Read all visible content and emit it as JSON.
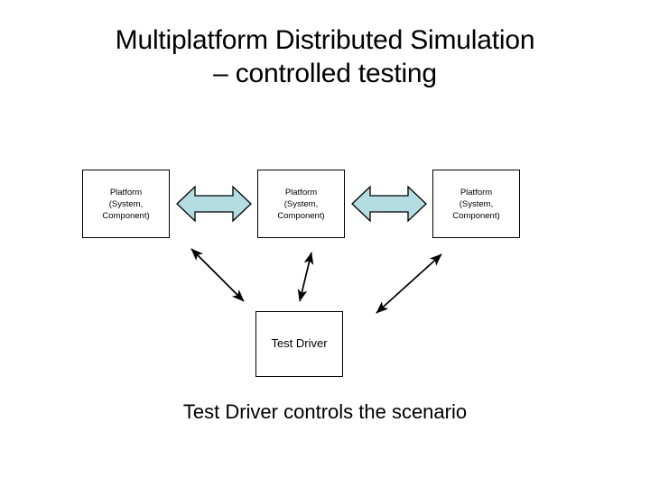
{
  "slide": {
    "title": "Multiplatform Distributed Simulation\n– controlled testing",
    "caption": "Test Driver controls the scenario",
    "background_color": "#ffffff",
    "text_color": "#000000"
  },
  "diagram": {
    "platform_boxes": [
      {
        "label": "Platform\n(System,\nComponent)"
      },
      {
        "label": "Platform\n(System,\nComponent)"
      },
      {
        "label": "Platform\n(System,\nComponent)"
      }
    ],
    "test_driver": {
      "label": "Test Driver"
    },
    "block_arrows": [
      {
        "name": "platform-1-to-platform-2",
        "direction": "bidirectional"
      },
      {
        "name": "platform-2-to-platform-3",
        "direction": "bidirectional"
      }
    ],
    "line_arrows": [
      {
        "name": "test-driver-to-platform-1",
        "direction": "bidirectional"
      },
      {
        "name": "test-driver-to-platform-2",
        "direction": "bidirectional"
      },
      {
        "name": "test-driver-to-platform-3",
        "direction": "bidirectional"
      }
    ],
    "colors": {
      "block_arrow_fill": "#b3dde3",
      "block_arrow_stroke": "#000000",
      "box_stroke": "#000000",
      "box_fill": "#ffffff",
      "line_arrow_stroke": "#000000"
    }
  }
}
